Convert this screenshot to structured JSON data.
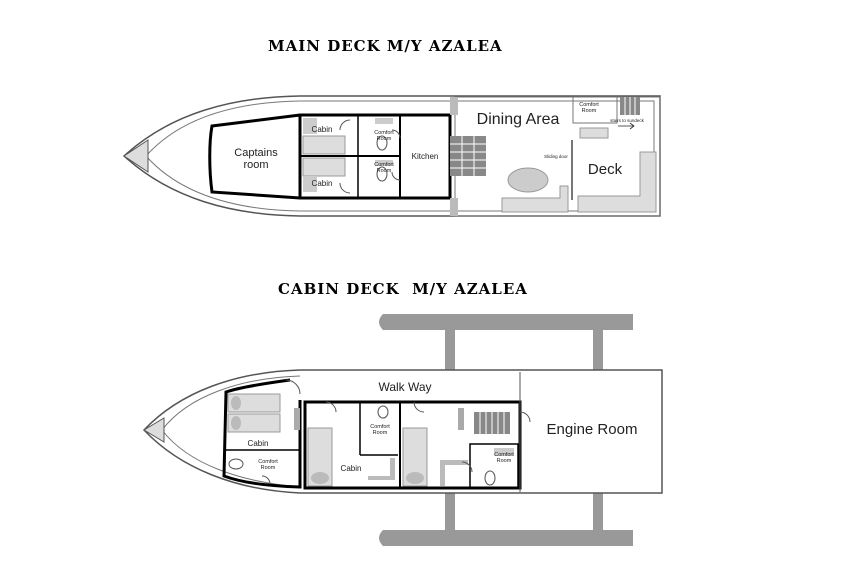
{
  "main_deck": {
    "title": "MAIN DECK M/Y AZALEA",
    "labels": {
      "captains_room_line1": "Captains",
      "captains_room_line2": "room",
      "cabin_upper": "Cabin",
      "cabin_lower": "Cabin",
      "comfort_upper_line1": "Comfort",
      "comfort_upper_line2": "Room",
      "comfort_lower_line1": "Comfort",
      "comfort_lower_line2": "Room",
      "kitchen": "Kitchen",
      "dining_area": "Dining Area",
      "sliding_door": "Sliding door",
      "deck": "Deck",
      "comfort_aft_line1": "Comfort",
      "comfort_aft_line2": "Room",
      "stairs_to_sundeck": "stairs to sundeck"
    }
  },
  "cabin_deck": {
    "title": "CABIN DECK  M/Y AZALEA",
    "labels": {
      "walk_way": "Walk Way",
      "cabin_fore": "Cabin",
      "comfort_fore_line1": "Comfort",
      "comfort_fore_line2": "Room",
      "comfort_mid_line1": "Comfort",
      "comfort_mid_line2": "Room",
      "cabin_mid": "Cabin",
      "comfort_aft_line1": "Comfort",
      "comfort_aft_line2": "Room",
      "engine_room": "Engine Room"
    }
  }
}
